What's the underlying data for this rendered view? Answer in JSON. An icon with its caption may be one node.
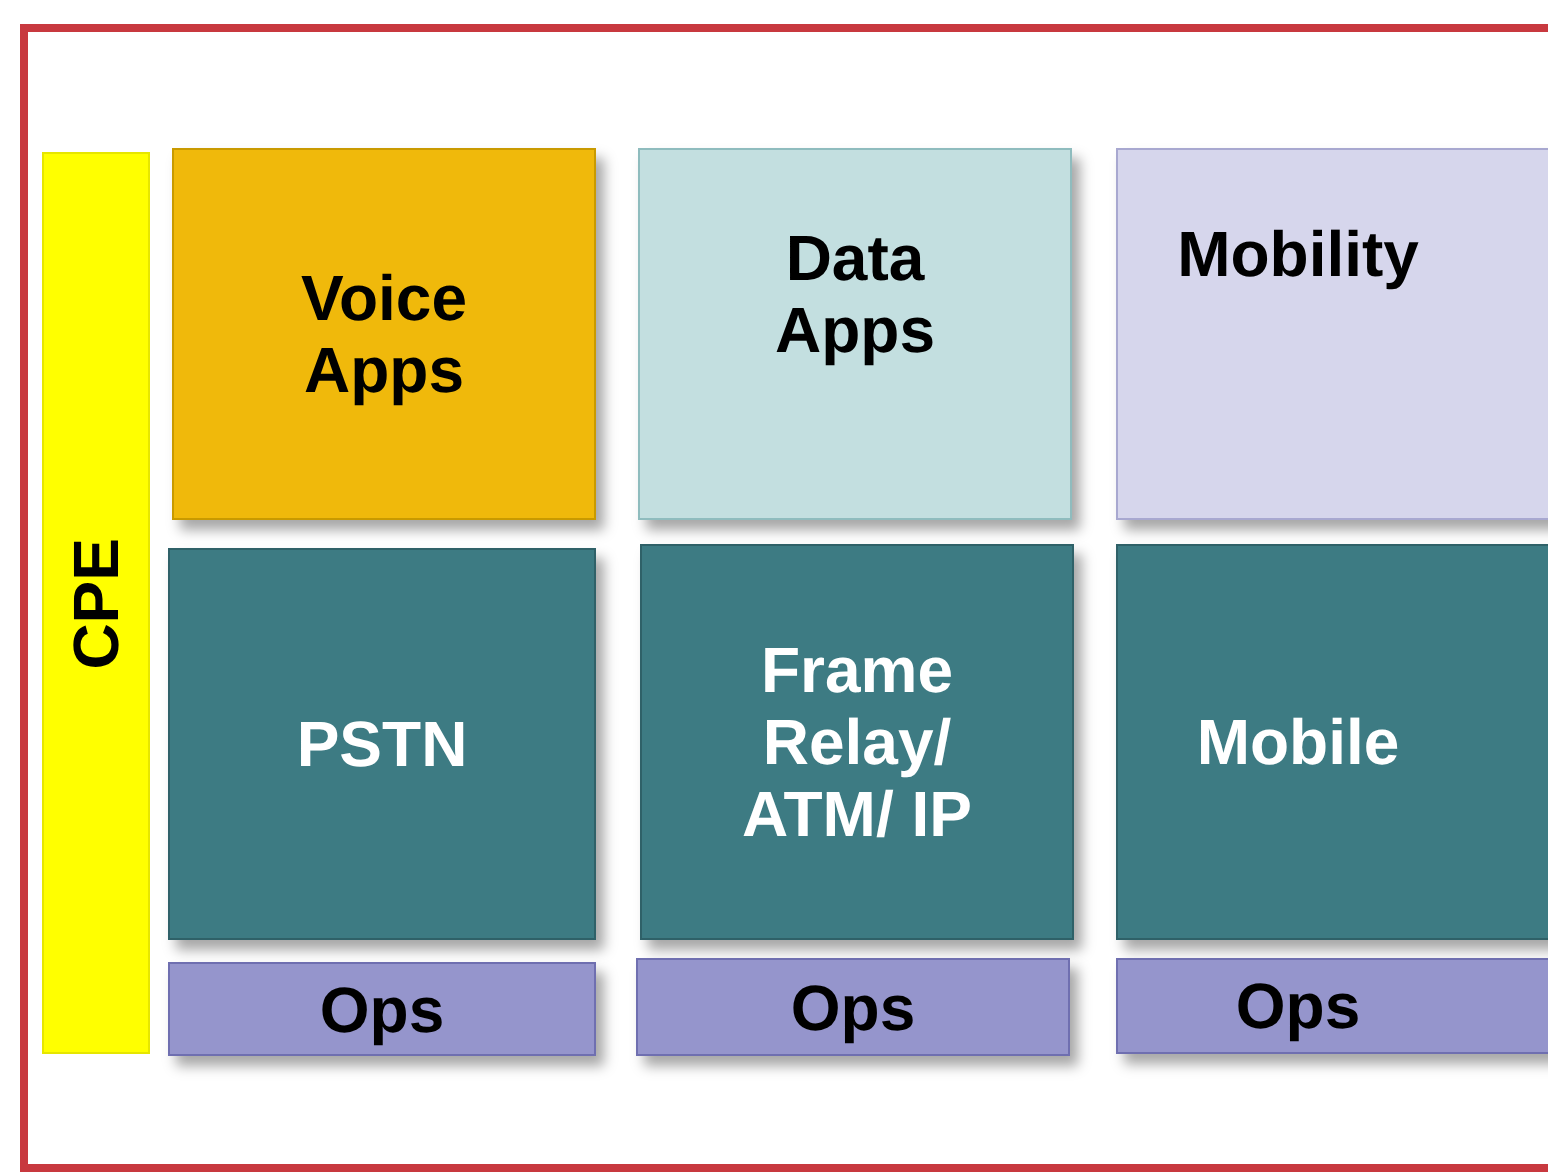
{
  "diagram": {
    "nodes": [
      {
        "text": [
          "CPE"
        ]
      },
      {
        "text": [
          "Voice Apps"
        ]
      },
      {
        "text": [
          "Data Apps"
        ]
      },
      {
        "text": [
          "Mobility"
        ]
      },
      {
        "text": [
          "PSTN"
        ]
      },
      {
        "text": [
          "Frame Relay/ ATM/ IP"
        ]
      },
      {
        "text": [
          "Mobile"
        ]
      },
      {
        "text": [
          "Ops"
        ]
      },
      {
        "text": [
          "Ops"
        ]
      },
      {
        "text": [
          "Ops"
        ]
      }
    ]
  }
}
